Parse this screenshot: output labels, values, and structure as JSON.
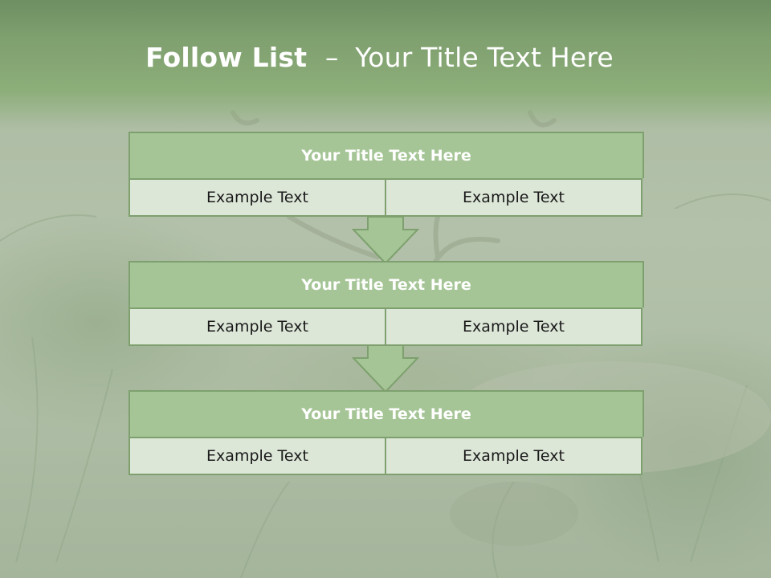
{
  "header": {
    "title_bold": "Follow List",
    "title_separator": "–",
    "title_rest": "Your Title Text Here"
  },
  "blocks": [
    {
      "title": "Your Title Text Here",
      "left": "Example Text",
      "right": "Example Text"
    },
    {
      "title": "Your Title Text Here",
      "left": "Example Text",
      "right": "Example Text"
    },
    {
      "title": "Your Title Text Here",
      "left": "Example Text",
      "right": "Example Text"
    }
  ],
  "colors": {
    "header_green": "#8cae79",
    "block_title_fill": "#a5c596",
    "cell_fill": "#dde7d8",
    "border_green": "#7ea06e",
    "arrow_fill": "#a5c596"
  }
}
